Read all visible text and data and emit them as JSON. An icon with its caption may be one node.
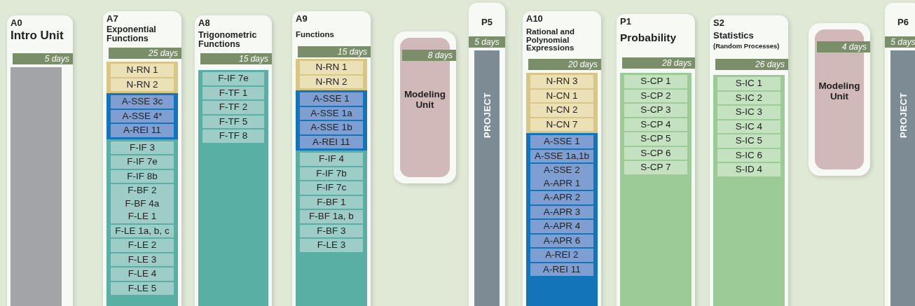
{
  "diagram": {
    "nodes": [
      {
        "text": [
          "A0",
          "Intro Unit",
          "5 days"
        ]
      },
      {
        "text": [
          "A7",
          "Exponential Functions",
          "25 days"
        ]
      },
      {
        "text": [
          "N-RN 1"
        ],
        "in": 1
      },
      {
        "text": [
          "N-RN 2"
        ],
        "in": 1
      },
      {
        "text": [
          "A-SSE 3c"
        ],
        "in": 1
      },
      {
        "text": [
          "A-SSE 4*"
        ],
        "in": 1
      },
      {
        "text": [
          "A-REI 11"
        ],
        "in": 1
      },
      {
        "text": [
          "F-IF 3"
        ],
        "in": 1
      },
      {
        "text": [
          "F-IF 7e"
        ],
        "in": 1
      },
      {
        "text": [
          "F-IF 8b"
        ],
        "in": 1
      },
      {
        "text": [
          "F-BF 2",
          "F-BF 4a",
          "F-LE 1"
        ],
        "in": 1
      },
      {
        "text": [
          "F-LE 1a, b, c"
        ],
        "in": 1
      },
      {
        "text": [
          "F-LE 2"
        ],
        "in": 1
      },
      {
        "text": [
          "F-LE 3"
        ],
        "in": 1
      },
      {
        "text": [
          "F-LE 4"
        ],
        "in": 1
      },
      {
        "text": [
          "F-LE 5"
        ],
        "in": 1
      },
      {
        "text": [
          "A8",
          "Trigonometric Functions",
          "15 days"
        ]
      },
      {
        "text": [
          "F-IF 7e"
        ],
        "in": 16
      },
      {
        "text": [
          "F-TF 1"
        ],
        "in": 16
      },
      {
        "text": [
          "F-TF 2"
        ],
        "in": 16
      },
      {
        "text": [
          "F-TF 5"
        ],
        "in": 16
      },
      {
        "text": [
          "F-TF 8"
        ],
        "in": 16
      },
      {
        "text": [
          "A9",
          "Functions",
          "15 days"
        ]
      },
      {
        "text": [
          "N-RN 1"
        ],
        "in": 22
      },
      {
        "text": [
          "N-RN 2"
        ],
        "in": 22
      },
      {
        "text": [
          "A-SSE 1"
        ],
        "in": 22
      },
      {
        "text": [
          "A-SSE 1a"
        ],
        "in": 22
      },
      {
        "text": [
          "A-SSE 1b"
        ],
        "in": 22
      },
      {
        "text": [
          "A-REI 11"
        ],
        "in": 22
      },
      {
        "text": [
          "F-IF 4"
        ],
        "in": 22
      },
      {
        "text": [
          "F-IF 7b"
        ],
        "in": 22
      },
      {
        "text": [
          "F-IF 7c"
        ],
        "in": 22
      },
      {
        "text": [
          "F-BF 1"
        ],
        "in": 22
      },
      {
        "text": [
          "F-BF 1a, b"
        ],
        "in": 22
      },
      {
        "text": [
          "F-BF 3"
        ],
        "in": 22
      },
      {
        "text": [
          "F-LE 3"
        ],
        "in": 22
      },
      {
        "text": [
          "8 days",
          "Modeling Unit"
        ]
      },
      {
        "text": [
          "P5",
          "5 days"
        ]
      },
      {
        "text": [
          "PROJECT"
        ],
        "in": 37
      },
      {
        "text": [
          "A10",
          "Rational and Polynomial Expressions",
          "20 days"
        ]
      },
      {
        "text": [
          "N-RN 3"
        ],
        "in": 39
      },
      {
        "text": [
          "N-CN 1"
        ],
        "in": 39
      },
      {
        "text": [
          "N-CN 2"
        ],
        "in": 39
      },
      {
        "text": [
          "N-CN 7"
        ],
        "in": 39
      },
      {
        "text": [
          "A-SSE 1"
        ],
        "in": 39
      },
      {
        "text": [
          "A-SSE 1a,1b"
        ],
        "in": 39
      },
      {
        "text": [
          "A-SSE 2",
          "A-APR 1"
        ],
        "in": 39
      },
      {
        "text": [
          "A-APR 2"
        ],
        "in": 39
      },
      {
        "text": [
          "A-APR 3"
        ],
        "in": 39
      },
      {
        "text": [
          "A-APR 4"
        ],
        "in": 39
      },
      {
        "text": [
          "A-APR 6"
        ],
        "in": 39
      },
      {
        "text": [
          "A-REI 2"
        ],
        "in": 39
      },
      {
        "text": [
          "A-REI 11"
        ],
        "in": 39
      },
      {
        "text": [
          "P1",
          "Probability",
          "28 days"
        ]
      },
      {
        "text": [
          "S-CP 1"
        ],
        "in": 53
      },
      {
        "text": [
          "S-CP 2"
        ],
        "in": 53
      },
      {
        "text": [
          "S-CP 3"
        ],
        "in": 53
      },
      {
        "text": [
          "S-CP 4"
        ],
        "in": 53
      },
      {
        "text": [
          "S-CP 5"
        ],
        "in": 53
      },
      {
        "text": [
          "S-CP 6"
        ],
        "in": 53
      },
      {
        "text": [
          "S-CP 7"
        ],
        "in": 53
      },
      {
        "text": [
          "S2",
          "Statistics",
          "(Random Processes)",
          "26 days"
        ]
      },
      {
        "text": [
          "S-IC 1"
        ],
        "in": 61
      },
      {
        "text": [
          "S-IC 2"
        ],
        "in": 61
      },
      {
        "text": [
          "S-IC 3"
        ],
        "in": 61
      },
      {
        "text": [
          "S-IC 4"
        ],
        "in": 61
      },
      {
        "text": [
          "S-IC 5"
        ],
        "in": 61
      },
      {
        "text": [
          "S-IC 6"
        ],
        "in": 61
      },
      {
        "text": [
          "S-ID 4"
        ],
        "in": 61
      },
      {
        "text": [
          "4 days",
          "Modeling Unit"
        ]
      },
      {
        "text": [
          "P6",
          "5 days"
        ]
      },
      {
        "text": [
          "PROJECT"
        ],
        "in": 70
      }
    ]
  }
}
